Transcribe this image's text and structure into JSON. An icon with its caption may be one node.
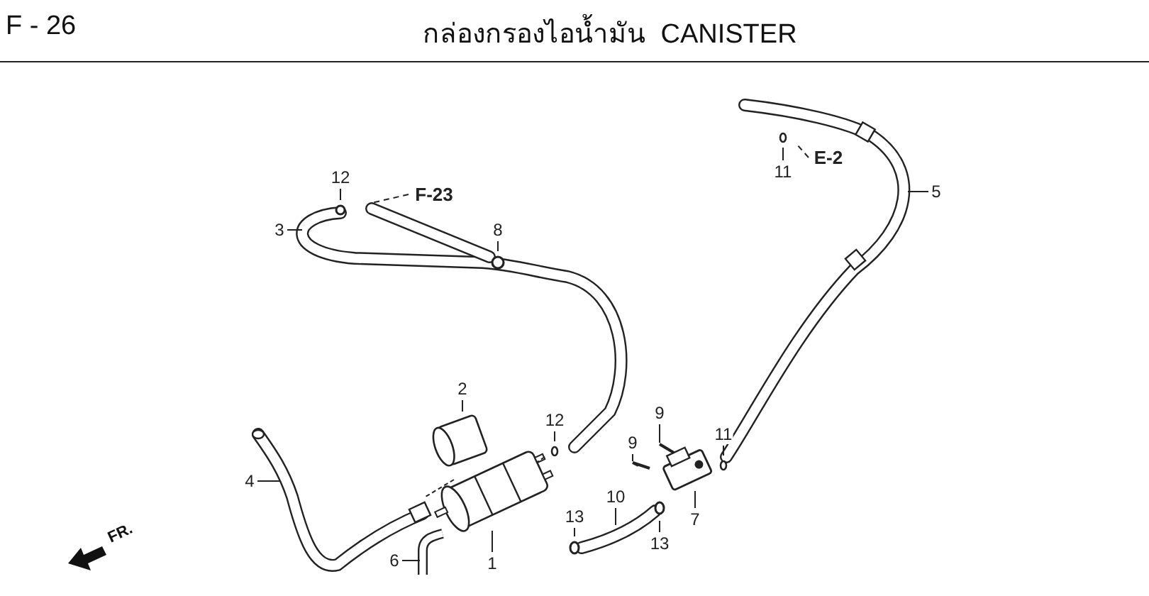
{
  "diagram": {
    "title": "กล่องกรองไอน้ำมัน  CANISTER",
    "nodes": [
      {
        "text": [
          "12"
        ]
      },
      {
        "text": [
          "F-23"
        ]
      },
      {
        "text": [
          "E-2"
        ]
      },
      {
        "text": [
          "11"
        ]
      },
      {
        "text": [
          "5"
        ]
      },
      {
        "text": [
          "3"
        ]
      },
      {
        "text": [
          "8"
        ]
      },
      {
        "text": [
          "2"
        ]
      },
      {
        "text": [
          "9"
        ]
      },
      {
        "text": [
          "12"
        ]
      },
      {
        "text": [
          "11"
        ]
      },
      {
        "text": [
          "9"
        ]
      },
      {
        "text": [
          "4"
        ]
      },
      {
        "text": [
          "10"
        ]
      },
      {
        "text": [
          "13"
        ]
      },
      {
        "text": [
          "7"
        ]
      },
      {
        "text": [
          "13"
        ]
      },
      {
        "text": [
          "6"
        ]
      },
      {
        "text": [
          "1"
        ]
      }
    ],
    "edges": [
      {
        "from": 0,
        "to": null,
        "arrow": "none"
      },
      {
        "from": 1,
        "to": null,
        "arrow": "none",
        "style": "dashed"
      },
      {
        "from": 2,
        "to": null,
        "arrow": "none",
        "style": "dashed"
      },
      {
        "from": 3,
        "to": null,
        "arrow": "none"
      },
      {
        "from": 4,
        "to": null,
        "arrow": "none"
      },
      {
        "from": 5,
        "to": null,
        "arrow": "none"
      },
      {
        "from": 6,
        "to": null,
        "arrow": "none"
      },
      {
        "from": 7,
        "to": null,
        "arrow": "none"
      },
      {
        "from": 8,
        "to": null,
        "arrow": "none"
      },
      {
        "from": 9,
        "to": null,
        "arrow": "none"
      },
      {
        "from": 10,
        "to": null,
        "arrow": "none"
      },
      {
        "from": 11,
        "to": null,
        "arrow": "none"
      },
      {
        "from": 12,
        "to": null,
        "arrow": "none"
      },
      {
        "from": 13,
        "to": null,
        "arrow": "none"
      },
      {
        "from": 14,
        "to": null,
        "arrow": "none"
      },
      {
        "from": 15,
        "to": null,
        "arrow": "none"
      },
      {
        "from": 16,
        "to": null,
        "arrow": "none"
      },
      {
        "from": 17,
        "to": null,
        "arrow": "none"
      },
      {
        "from": 18,
        "to": null,
        "arrow": "none"
      }
    ],
    "labels": [
      "F - 26",
      "FR."
    ]
  }
}
